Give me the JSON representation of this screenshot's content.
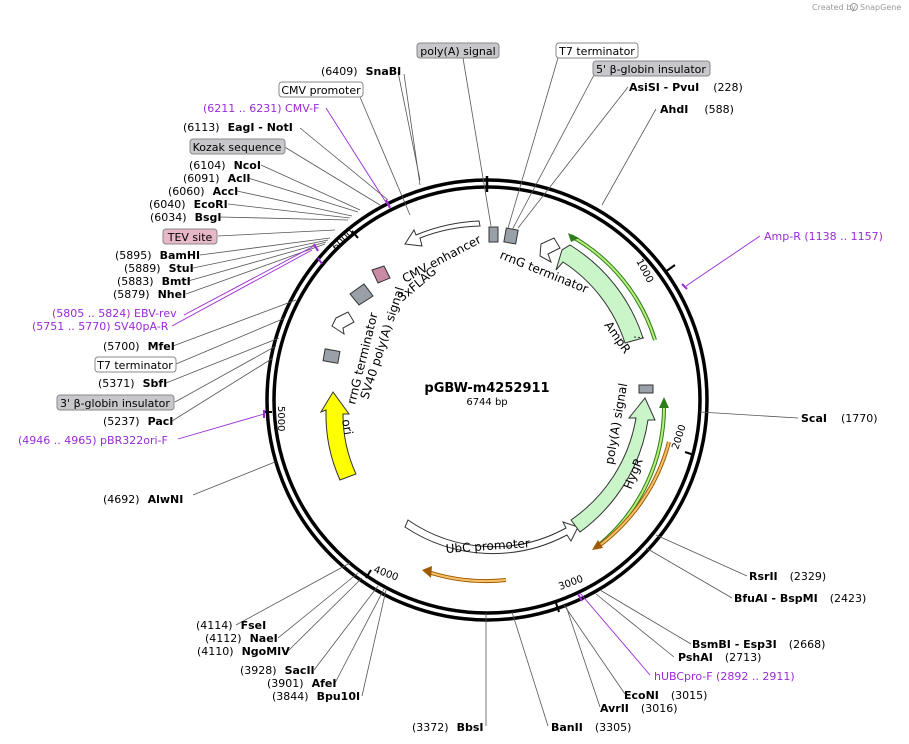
{
  "header": {
    "credit_prefix": "Created by",
    "credit_brand": "SnapGene"
  },
  "plasmid": {
    "name": "pGBW-m4252911",
    "length": "6744 bp"
  },
  "ticks": [
    "1000",
    "2000",
    "3000",
    "4000",
    "5000",
    "6000"
  ],
  "sites": [
    {
      "pos": "(6409)",
      "name": "SnaBI"
    },
    {
      "pos": "(6113)",
      "name": "EagI  - NotI"
    },
    {
      "pos": "(6104)",
      "name": "NcoI"
    },
    {
      "pos": "(6091)",
      "name": "AclI"
    },
    {
      "pos": "(6060)",
      "name": "AccI"
    },
    {
      "pos": "(6040)",
      "name": "EcoRI"
    },
    {
      "pos": "(6034)",
      "name": "BsgI"
    },
    {
      "pos": "(5895)",
      "name": "BamHI"
    },
    {
      "pos": "(5889)",
      "name": "StuI"
    },
    {
      "pos": "(5883)",
      "name": "BmtI"
    },
    {
      "pos": "(5879)",
      "name": "NheI"
    },
    {
      "pos": "(5700)",
      "name": "MfeI"
    },
    {
      "pos": "(5371)",
      "name": "SbfI"
    },
    {
      "pos": "(5237)",
      "name": "PacI"
    },
    {
      "pos": "(4692)",
      "name": "AlwNI"
    },
    {
      "pos": "(4114)",
      "name": "FseI"
    },
    {
      "pos": "(4112)",
      "name": "NaeI"
    },
    {
      "pos": "(4110)",
      "name": "NgoMIV"
    },
    {
      "pos": "(3928)",
      "name": "SacII"
    },
    {
      "pos": "(3901)",
      "name": "AfeI"
    },
    {
      "pos": "(3844)",
      "name": "Bpu10I"
    },
    {
      "pos": "(3372)",
      "name": "BbsI"
    },
    {
      "pos": "(3305)",
      "name": "BanII"
    },
    {
      "pos": "(3016)",
      "name": "AvrII"
    },
    {
      "pos": "(3015)",
      "name": "EcoNI"
    },
    {
      "pos": "(2713)",
      "name": "PshAI"
    },
    {
      "pos": "(2668)",
      "name": "BsmBI  - Esp3I"
    },
    {
      "pos": "(2423)",
      "name": "BfuAI  - BspMI"
    },
    {
      "pos": "(2329)",
      "name": "RsrII"
    },
    {
      "pos": "(1770)",
      "name": "ScaI"
    },
    {
      "pos": "(588)",
      "name": "AhdI"
    },
    {
      "pos": "(228)",
      "name": "AsiSI  - PvuI"
    }
  ],
  "primers": [
    {
      "text": "(6211 .. 6231)  CMV-F"
    },
    {
      "text": "(5805 .. 5824)  EBV-rev"
    },
    {
      "text": "(5751 .. 5770)  SV40pA-R"
    },
    {
      "text": "(4946 .. 4965)  pBR322ori-F"
    },
    {
      "text": "hUBCpro-F    (2892 .. 2911)"
    },
    {
      "text": "Amp-R    (1138 .. 1157)"
    }
  ],
  "feature_boxes": [
    {
      "text": "poly(A) signal"
    },
    {
      "text": "T7 terminator"
    },
    {
      "text": "5' β-globin insulator"
    },
    {
      "text": "CMV promoter"
    },
    {
      "text": "Kozak sequence"
    },
    {
      "text": "TEV site"
    },
    {
      "text": "T7 terminator"
    },
    {
      "text": "3' β-globin insulator"
    }
  ],
  "inner_features": [
    {
      "text": "CMV enhancer"
    },
    {
      "text": "3xFLAG"
    },
    {
      "text": "rrnG terminator"
    },
    {
      "text": "AmpR"
    },
    {
      "text": "SV40 poly(A) signal"
    },
    {
      "text": "rrnG terminator"
    },
    {
      "text": "ori"
    },
    {
      "text": "poly(A) signal"
    },
    {
      "text": "HygR"
    },
    {
      "text": "UbC promoter"
    }
  ],
  "colors": {
    "backbone": "#000000",
    "primer": "#9a2bd6",
    "ampr_fill": "#c9f5c9",
    "hygr_fill": "#c9f5c9",
    "ori_fill": "#ffff00",
    "orf_dark_green": "#2d7d1a",
    "orf_light_green": "#b7ef7a",
    "orf_orange": "#f5c26b",
    "orf_orange_dark": "#a05a00",
    "grey_box": "#c8c8cc",
    "pink_box": "#e8b7c8",
    "misc_grey": "#9aa0a8"
  }
}
